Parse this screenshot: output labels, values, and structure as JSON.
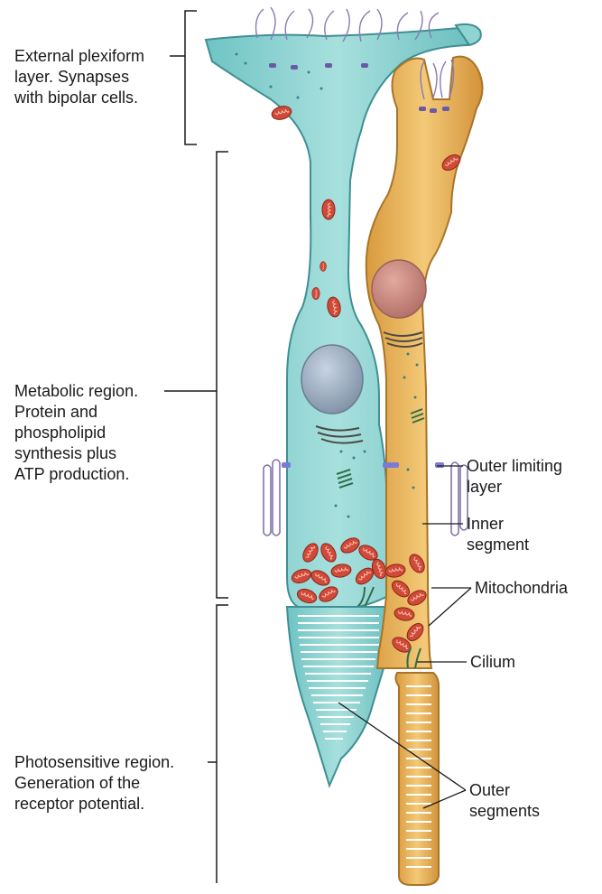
{
  "labels_left": {
    "plexiform": [
      "External plexiform",
      "layer. Synapses",
      "with bipolar cells."
    ],
    "metabolic": [
      "Metabolic region.",
      "Protein and",
      "phospholipid",
      "synthesis plus",
      "ATP production."
    ],
    "photosensitive": [
      "Photosensitive region.",
      "Generation of the",
      "receptor potential."
    ]
  },
  "labels_right": {
    "outer_limiting": [
      "Outer limiting",
      "layer"
    ],
    "inner_segment": [
      "Inner",
      "segment"
    ],
    "mitochondria": [
      "Mitochondria"
    ],
    "cilium": [
      "Cilium"
    ],
    "outer_segments": [
      "Outer",
      "segments"
    ]
  },
  "colors": {
    "rod_fill": "#8fd3d2",
    "rod_edge": "#3f8f93",
    "cone_fill": "#e9b45c",
    "cone_edge": "#a8742a",
    "membrane": "#7b6aa6",
    "mitochondria": "#cf4a38",
    "nucleus_rod": "#9aaabd",
    "nucleus_cone": "#c98278",
    "line": "#1a1a1a"
  }
}
